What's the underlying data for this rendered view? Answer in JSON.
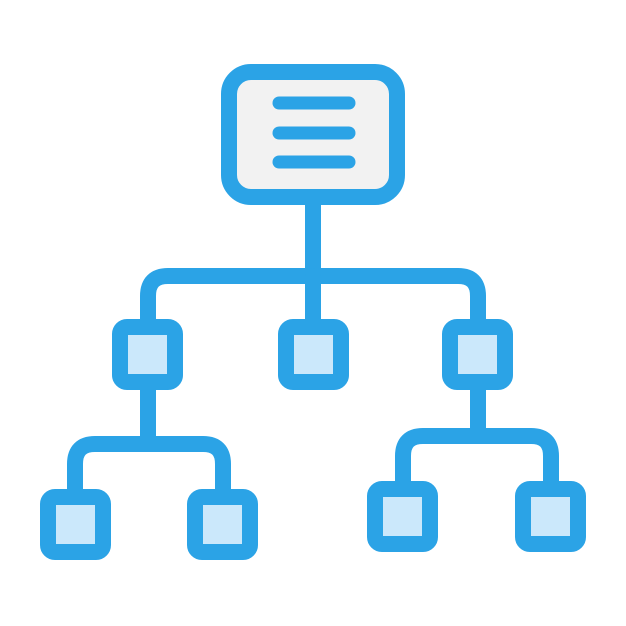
{
  "icon": {
    "name": "hierarchy-structure-icon",
    "colors": {
      "stroke": "#2ba3e6",
      "root_fill": "#f2f2f2",
      "node_fill": "#cbe8fb",
      "background": "#ffffff"
    },
    "root": {
      "icon": "list-lines-icon",
      "lines": 3
    },
    "levels": [
      {
        "nodes": 3
      },
      {
        "nodes": 4
      }
    ]
  }
}
